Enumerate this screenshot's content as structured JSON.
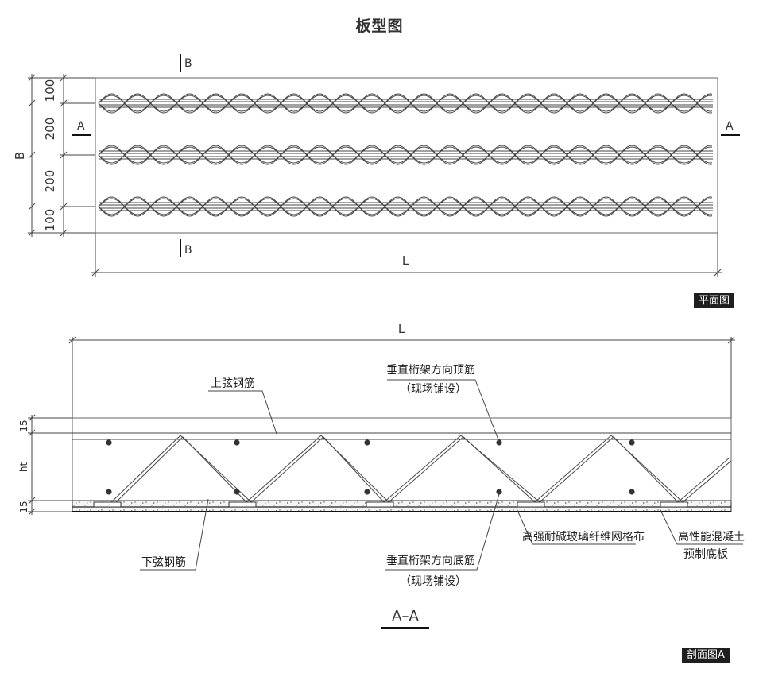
{
  "page": {
    "title": "板型图"
  },
  "plan": {
    "tag": "平面图",
    "dims_left": [
      "100",
      "200",
      "200",
      "100"
    ],
    "width_label": "B",
    "length_label": "L",
    "section_a_left": "A",
    "section_a_right": "A",
    "section_b_top": "B",
    "section_b_bottom": "B"
  },
  "section": {
    "tag": "剖面图A",
    "length_label": "L",
    "dims_left": [
      "15",
      "ht",
      "15"
    ],
    "labels": {
      "top_chord": "上弦钢筋",
      "bottom_chord": "下弦钢筋",
      "top_bar_line1": "垂直桁架方向顶筋",
      "top_bar_line2": "（现场铺设）",
      "bottom_bar_line1": "垂直桁架方向底筋",
      "bottom_bar_line2": "（现场铺设）",
      "mesh": "高强耐碱玻璃纤维网格布",
      "precast_line1": "高性能混凝土",
      "precast_line2": "预制底板"
    },
    "caption": "A–A"
  },
  "colors": {
    "line": "#444444",
    "tag_bg": "#1f1f1f",
    "tag_text": "#ffffff"
  }
}
